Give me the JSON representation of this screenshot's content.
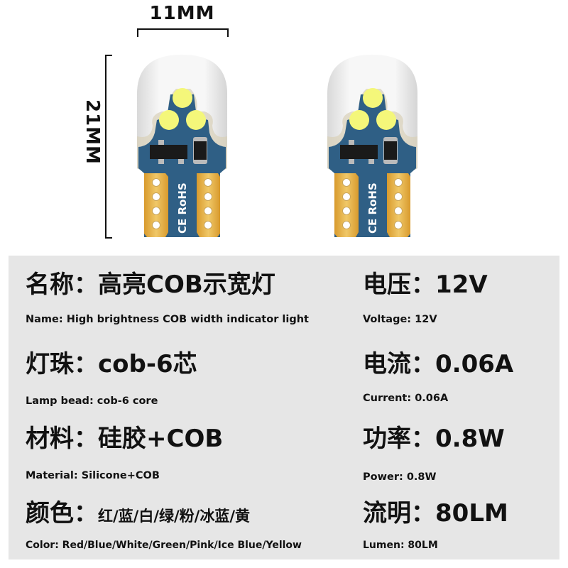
{
  "dimensions": {
    "width": "11MM",
    "height": "21MM"
  },
  "bulb_marking": "CE RoHS",
  "colors": {
    "panel": "#e6e6e6",
    "pcb_blue": "#2f5f85",
    "pad_gold": "#e0ad45",
    "led": "#f4f77a"
  },
  "specs": {
    "name": {
      "cn_label": "名称：",
      "cn_value": "高亮COB示宽灯",
      "en": "Name: High brightness COB width indicator light"
    },
    "voltage": {
      "cn_label": "电压：",
      "cn_value": "12V",
      "en": "Voltage: 12V"
    },
    "bead": {
      "cn_label": "灯珠：",
      "cn_value": "cob-6芯",
      "en": "Lamp bead: cob-6 core"
    },
    "current": {
      "cn_label": "电流：",
      "cn_value": "0.06A",
      "en": "Current: 0.06A"
    },
    "material": {
      "cn_label": "材料：",
      "cn_value": "硅胶+COB",
      "en": "Material: Silicone+COB"
    },
    "power": {
      "cn_label": "功率：",
      "cn_value": "0.8W",
      "en": "Power: 0.8W"
    },
    "color": {
      "cn_label": "颜色：",
      "cn_value": "红/蓝/白/绿/粉/冰蓝/黄",
      "en": "Color: Red/Blue/White/Green/Pink/Ice Blue/Yellow"
    },
    "lumen": {
      "cn_label": "流明：",
      "cn_value": "80LM",
      "en": "Lumen: 80LM"
    }
  }
}
